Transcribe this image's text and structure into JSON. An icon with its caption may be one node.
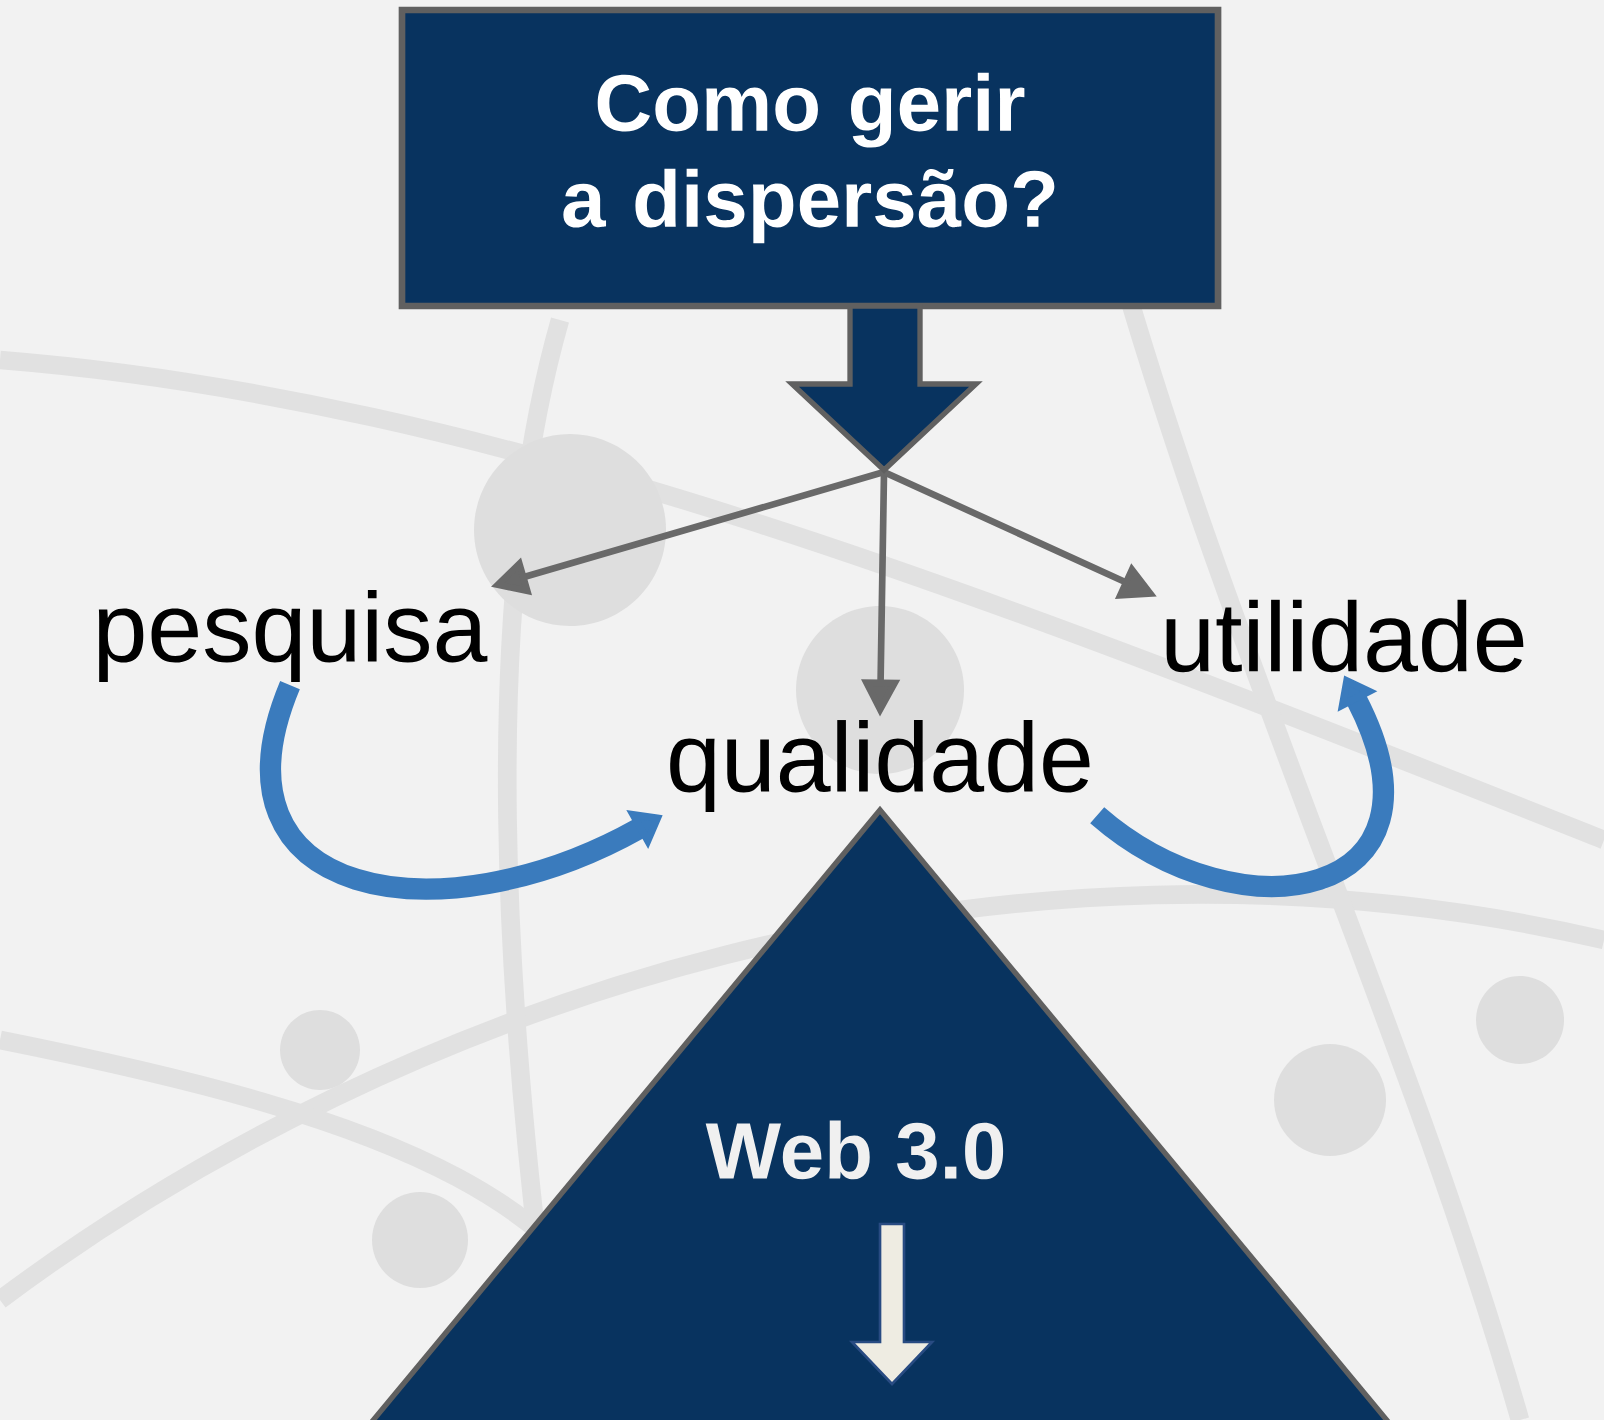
{
  "diagram": {
    "nodes": [
      {
        "text": [
          "Como gerir a dispersão?"
        ]
      },
      {
        "text": [
          "pesquisa"
        ]
      },
      {
        "text": [
          "utilidade"
        ]
      },
      {
        "text": [
          "qualidade"
        ]
      },
      {
        "text": [
          "Web 3.0"
        ]
      }
    ],
    "edges": [
      {
        "from": 0,
        "to": 1,
        "arrow": "to"
      },
      {
        "from": 0,
        "to": 3,
        "arrow": "to"
      },
      {
        "from": 0,
        "to": 2,
        "arrow": "to"
      },
      {
        "from": 1,
        "to": 3,
        "arrow": "to",
        "style": "thick",
        "color": "#3a7bbd"
      },
      {
        "from": 3,
        "to": 2,
        "arrow": "to",
        "style": "thick",
        "color": "#3a7bbd"
      }
    ]
  }
}
